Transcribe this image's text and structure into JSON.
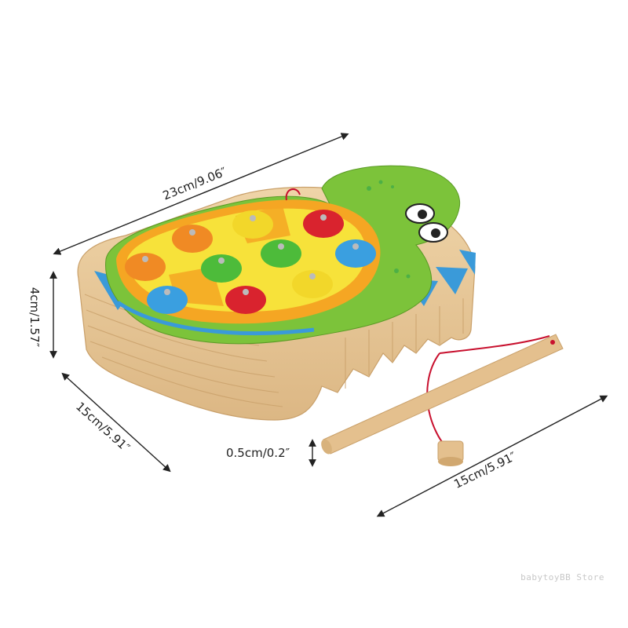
{
  "dimensions": {
    "length": "23cm/9.06″",
    "height": "4cm/1.57″",
    "width": "15cm/5.91″",
    "rod_diameter": "0.5cm/0.2″",
    "rod_length": "15cm/5.91″"
  },
  "watermark": "babytoyBB Store",
  "colors": {
    "wood": "#e8c89a",
    "wood_grain": "#c9a06a",
    "board_green": "#7cc33a",
    "shell_orange": "#f5a623",
    "shell_yellow": "#f7e23a",
    "border_blue": "#3a9ad9",
    "fish_orange": "#f08a24",
    "fish_yellow": "#f2d72a",
    "fish_red": "#d9232e",
    "fish_green": "#4dbb3a",
    "fish_blue": "#3a9fe0",
    "string_red": "#c8102e"
  }
}
